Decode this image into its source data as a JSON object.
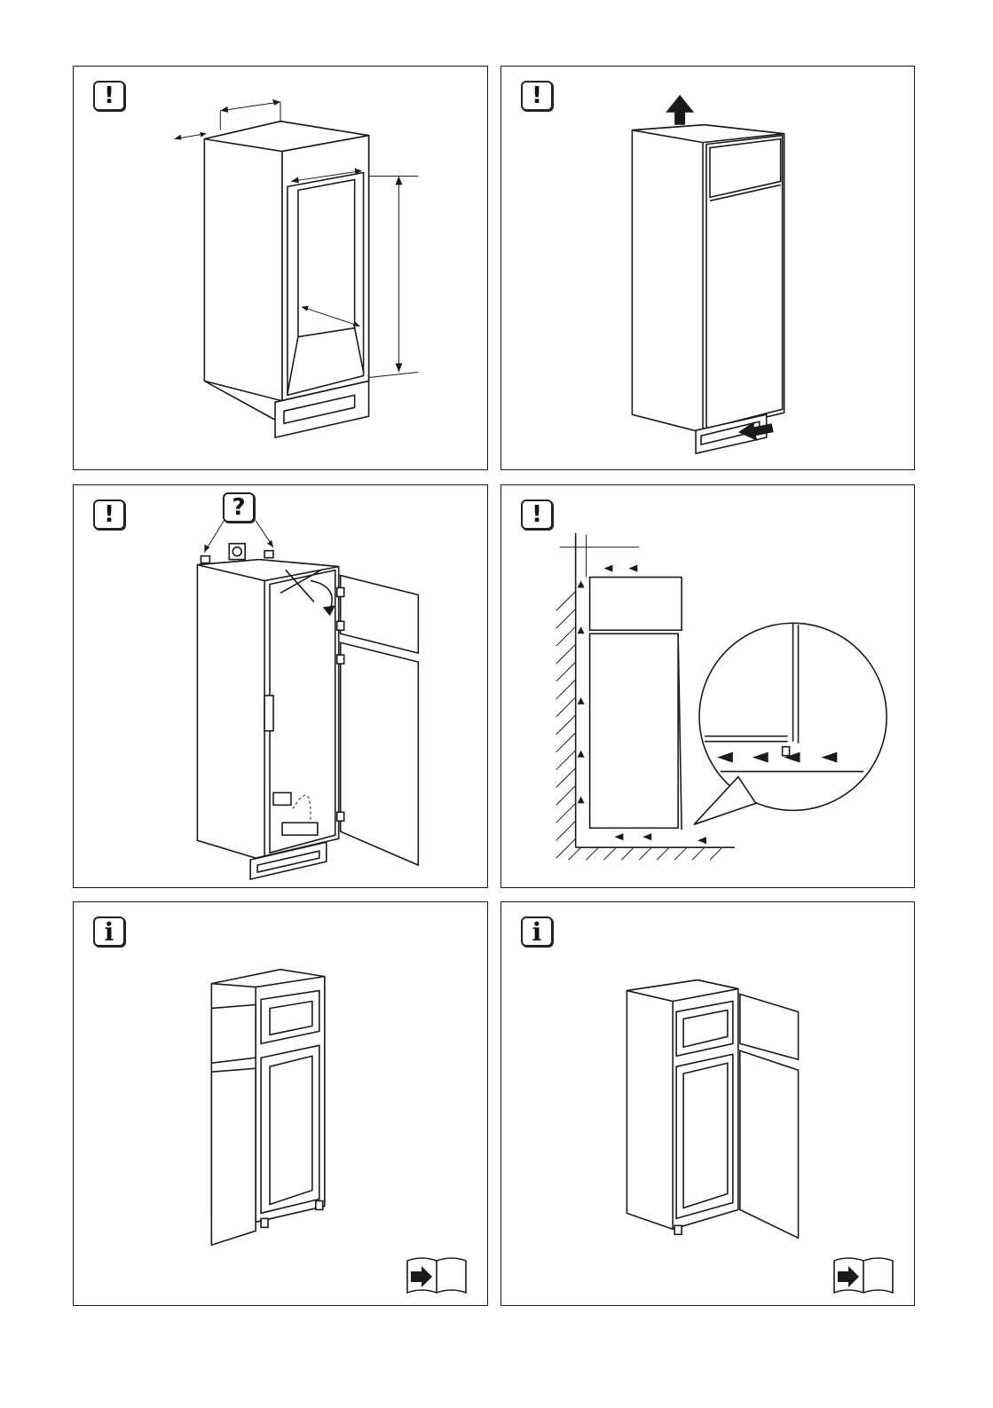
{
  "panels": [
    {
      "id": 1,
      "badge": "!",
      "badge_kind": "warning-icon"
    },
    {
      "id": 2,
      "badge": "!",
      "badge_kind": "warning-icon"
    },
    {
      "id": 3,
      "badge": "!",
      "badge_kind": "warning-icon",
      "question": "?"
    },
    {
      "id": 4,
      "badge": "!",
      "badge_kind": "warning-icon"
    },
    {
      "id": 5,
      "badge": "i",
      "badge_kind": "info-icon",
      "footer_icon": "manual-book-icon"
    },
    {
      "id": 6,
      "badge": "i",
      "badge_kind": "info-icon",
      "footer_icon": "manual-book-icon"
    }
  ],
  "colors": {
    "line": "#1a1a1a",
    "paper": "#ffffff"
  }
}
